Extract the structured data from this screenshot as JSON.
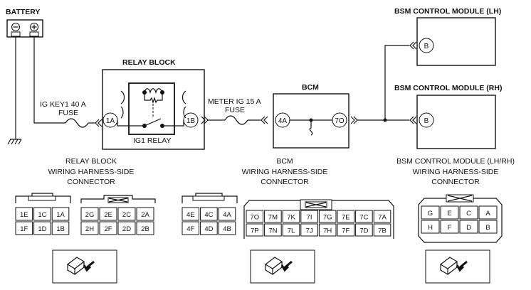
{
  "components": {
    "battery": "BATTERY",
    "relay_block": "RELAY BLOCK",
    "ig1_relay": "IG1 RELAY",
    "bcm": "BCM",
    "bsm_lh": "BSM CONTROL MODULE (LH)",
    "bsm_rh": "BSM CONTROL MODULE (RH)"
  },
  "fuses": {
    "ig_key1_line1": "IG KEY1 40 A",
    "ig_key1_line2": "FUSE",
    "meter_ig_line1": "METER IG 15 A",
    "meter_ig_line2": "FUSE"
  },
  "terminals": {
    "relay_in": "1A",
    "relay_out": "1B",
    "bcm_in": "4A",
    "bcm_out": "7O",
    "bsm_lh": "B",
    "bsm_rh": "B"
  },
  "connector_titles": {
    "relay_block": [
      "RELAY BLOCK",
      "WIRING HARNESS-SIDE",
      "CONNECTOR"
    ],
    "bcm": [
      "BCM",
      "WIRING HARNESS-SIDE",
      "CONNECTOR"
    ],
    "bsm": [
      "BSM CONTROL MODULE (LH/RH)",
      "WIRING HARNESS-SIDE",
      "CONNECTOR"
    ]
  },
  "connector_pins": {
    "relay_block_1": [
      [
        "1E",
        "1C",
        "1A"
      ],
      [
        "1F",
        "1D",
        "1B"
      ]
    ],
    "relay_block_2": [
      [
        "2G",
        "2E",
        "2C",
        "2A"
      ],
      [
        "2H",
        "2F",
        "2D",
        "2B"
      ]
    ],
    "bcm_4": [
      [
        "4E",
        "4C",
        "4A"
      ],
      [
        "4F",
        "4D",
        "4B"
      ]
    ],
    "bcm_7": [
      [
        "7O",
        "7M",
        "7K",
        "7I",
        "7G",
        "7E",
        "7C",
        "7A"
      ],
      [
        "7P",
        "7N",
        "7L",
        "7J",
        "7H",
        "7F",
        "7D",
        "7B"
      ]
    ],
    "bsm": [
      [
        "G",
        "E",
        "C",
        "A"
      ],
      [
        "H",
        "F",
        "D",
        "B"
      ]
    ]
  }
}
